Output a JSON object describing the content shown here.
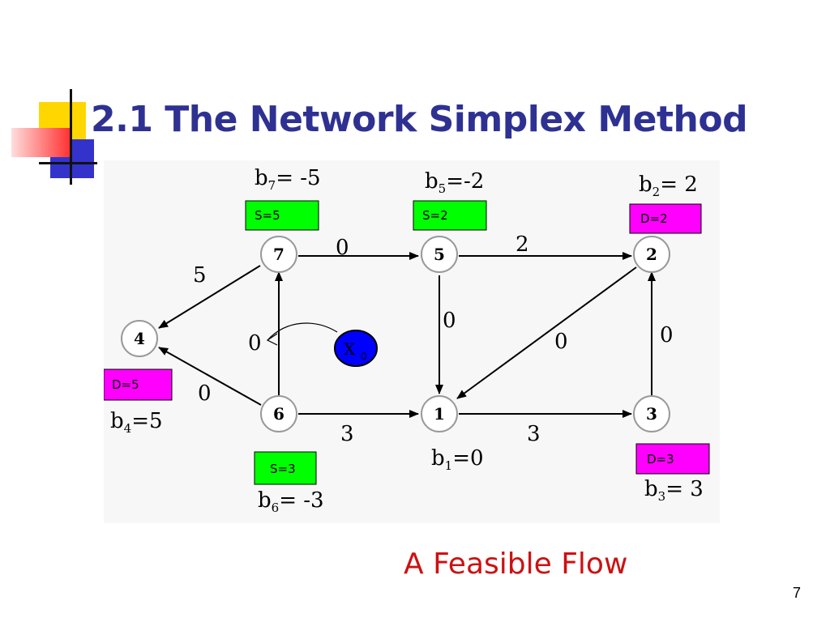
{
  "slide": {
    "title": "2.1 The Network Simplex Method",
    "caption": "A Feasible Flow",
    "page_number": "7"
  },
  "colors": {
    "title": "#2e3192",
    "caption": "#cc1111",
    "supply_box": "#00ff00",
    "demand_box": "#ff00ff",
    "added_node": "#0000ff"
  },
  "diagram": {
    "nodes": [
      {
        "id": "n4",
        "label": "4"
      },
      {
        "id": "n7",
        "label": "7"
      },
      {
        "id": "n6",
        "label": "6"
      },
      {
        "id": "n5",
        "label": "5"
      },
      {
        "id": "n1",
        "label": "1"
      },
      {
        "id": "n2",
        "label": "2"
      },
      {
        "id": "n3",
        "label": "3"
      },
      {
        "id": "x0",
        "label": "X",
        "sub": "0"
      }
    ],
    "arcs": [
      {
        "from": "7",
        "to": "4",
        "flow": "5"
      },
      {
        "from": "6",
        "to": "4",
        "flow": "0"
      },
      {
        "from": "6",
        "to": "7",
        "flow": "0"
      },
      {
        "from": "7",
        "to": "5",
        "flow": "0"
      },
      {
        "from": "5",
        "to": "2",
        "flow": "2"
      },
      {
        "from": "5",
        "to": "1",
        "flow": "0"
      },
      {
        "from": "2",
        "to": "1",
        "flow": "0"
      },
      {
        "from": "3",
        "to": "2",
        "flow": "0"
      },
      {
        "from": "6",
        "to": "1",
        "flow": "3"
      },
      {
        "from": "1",
        "to": "3",
        "flow": "3"
      }
    ],
    "boxes": [
      {
        "id": "s7",
        "text": "S=5"
      },
      {
        "id": "s5",
        "text": "S=2"
      },
      {
        "id": "d2",
        "text": "D=2"
      },
      {
        "id": "d4",
        "text": "D=5"
      },
      {
        "id": "s6",
        "text": "S=3"
      },
      {
        "id": "d3",
        "text": "D=3"
      }
    ],
    "supplies": [
      {
        "id": "b7",
        "base": "b",
        "sub": "7",
        "value": "= -5"
      },
      {
        "id": "b5",
        "base": "b",
        "sub": "5",
        "value": "=-2"
      },
      {
        "id": "b2",
        "base": "b",
        "sub": "2",
        "value": "= 2"
      },
      {
        "id": "b4",
        "base": "b",
        "sub": "4",
        "value": "=5"
      },
      {
        "id": "b1",
        "base": "b",
        "sub": "1",
        "value": "=0"
      },
      {
        "id": "b6",
        "base": "b",
        "sub": "6",
        "value": "= -3"
      },
      {
        "id": "b3",
        "base": "b",
        "sub": "3",
        "value": "= 3"
      }
    ]
  }
}
